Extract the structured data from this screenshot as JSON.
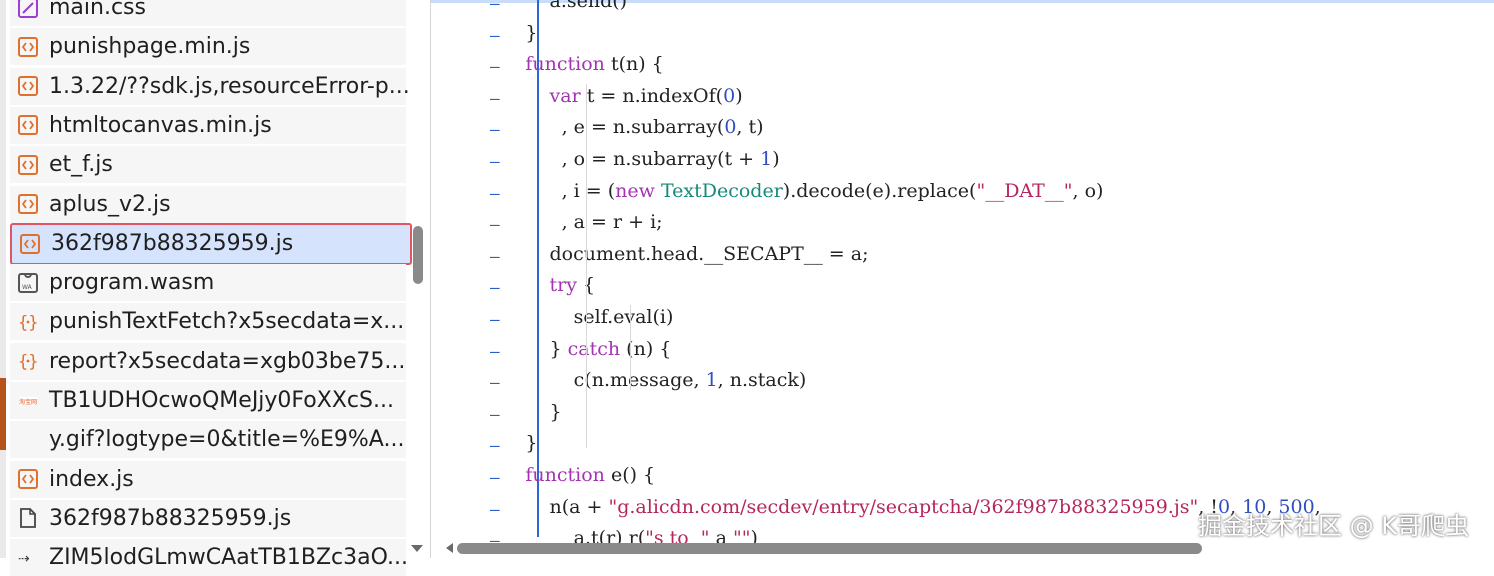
{
  "files": [
    {
      "name": "main.css",
      "type": "css"
    },
    {
      "name": "punishpage.min.js",
      "type": "script"
    },
    {
      "name": "1.3.22/??sdk.js,resourceError-p...",
      "type": "script"
    },
    {
      "name": "htmltocanvas.min.js",
      "type": "script"
    },
    {
      "name": "et_f.js",
      "type": "script"
    },
    {
      "name": "aplus_v2.js",
      "type": "script"
    },
    {
      "name": "362f987b88325959.js",
      "type": "script",
      "selected": true
    },
    {
      "name": "program.wasm",
      "type": "wasm"
    },
    {
      "name": "punishTextFetch?x5secdata=x...",
      "type": "fetch"
    },
    {
      "name": "report?x5secdata=xgb03be75...",
      "type": "fetch"
    },
    {
      "name": "TB1UDHOcwoQMeJjy0FoXXcS...",
      "type": "image"
    },
    {
      "name": "y.gif?logtype=0&title=%E9%A...",
      "type": "none"
    },
    {
      "name": "index.js",
      "type": "script"
    },
    {
      "name": "362f987b88325959.js",
      "type": "document"
    },
    {
      "name": "ZIM5lodGLmwCAatTB1BZc3aO...",
      "type": "other"
    }
  ],
  "code": {
    "gutter_marker": "–",
    "lines": [
      "        a.send()",
      "    }",
      "    function t(n) {",
      "        var t = n.indexOf(0)",
      "          , e = n.subarray(0, t)",
      "          , o = n.subarray(t + 1)",
      "          , i = (new TextDecoder).decode(e).replace(\"__DAT__\", o)",
      "          , a = r + i;",
      "        document.head.__SECAPT__ = a;",
      "        try {",
      "            self.eval(i)",
      "        } catch (n) {",
      "            c(n.message, 1, n.stack)",
      "        }",
      "    }",
      "    function e() {",
      "        n(a + \"g.alicdn.com/secdev/entry/secaptcha/362f987b88325959.js\", !0, 10, 500,",
      "            a.t(r) r(\"s to  \" a \"\")"
    ]
  },
  "watermark": "掘金技术社区 @ K哥爬虫",
  "colors": {
    "keyword": "#a433b4",
    "number": "#2f4ec1",
    "string": "#b5265d",
    "class": "#148a7a",
    "selection": "#d5e4fc",
    "highlight_border": "#e05563"
  }
}
